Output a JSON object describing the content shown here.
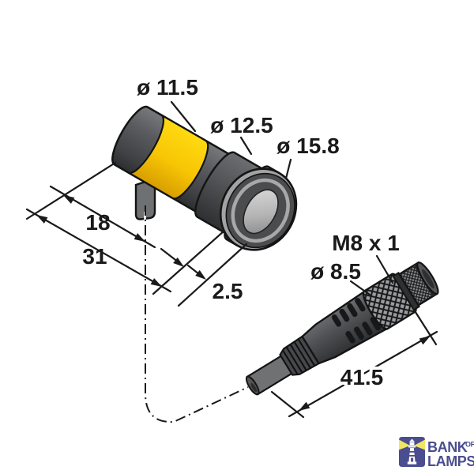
{
  "drawing": {
    "type": "product-dimension-drawing",
    "sensor": {
      "dim_diameter_body": "ø 11.5",
      "dim_diameter_step": "ø 12.5",
      "dim_diameter_flange": "ø 15.8",
      "dim_back_to_tab": "18",
      "dim_body_length": "31",
      "dim_flange_thickness": "2.5"
    },
    "connector": {
      "thread_spec": "M8 x 1",
      "dim_diameter": "ø 8.5",
      "dim_length": "41.5"
    }
  },
  "logo": {
    "bank": "BANK",
    "of": "OF",
    "lamps": "LAMPS"
  },
  "colors": {
    "sensor_yellow": "#f9c900",
    "body_gray": "#58595b",
    "line_black": "#1a1a1a",
    "logo_navy": "#4a4d8f",
    "logo_beam_yellow": "#f1e664",
    "background": "#ffffff"
  }
}
